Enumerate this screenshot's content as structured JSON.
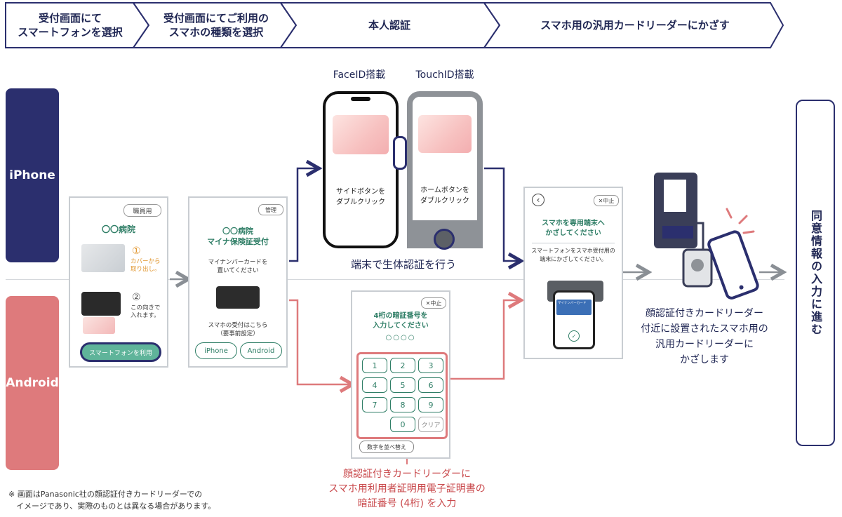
{
  "steps": [
    {
      "label": "受付画面にて\nスマートフォンを選択"
    },
    {
      "label": "受付画面にてご利用の\nスマホの種類を選択"
    },
    {
      "label": "本人認証"
    },
    {
      "label": "スマホ用の汎用カードリーダーにかざす"
    }
  ],
  "lanes": {
    "iphone": "iPhone",
    "android": "Android"
  },
  "screen1": {
    "staff_button": "職員用",
    "hospital": "〇〇病院",
    "step1_num": "①",
    "step1_text": "カバーから\n取り出し。",
    "step2_num": "②",
    "step2_text": "この向きで\n入れます。",
    "use_smartphone_button": "スマートフォンを利用"
  },
  "screen2": {
    "admin_button": "管理",
    "title": "〇〇病院\nマイナ保険証受付",
    "instruction": "マイナンバーカードを\n置いてください",
    "note": "スマホの受付はこちら\n（要事前設定）",
    "iphone_button": "iPhone",
    "android_button": "Android"
  },
  "faceid": {
    "label": "FaceID搭載",
    "instruction": "サイドボタンを\nダブルクリック"
  },
  "touchid": {
    "label": "TouchID搭載",
    "instruction": "ホームボタンを\nダブルクリック"
  },
  "biometric_caption": "端末で生体認証を行う",
  "pin_screen": {
    "cancel_button": "✕中止",
    "title": "4桁の暗証番号を\n入力してください",
    "dots": "○○○○",
    "keys": [
      "1",
      "2",
      "3",
      "4",
      "5",
      "6",
      "7",
      "8",
      "9",
      "0",
      "クリア"
    ],
    "shuffle_button": "数字を並べ替え"
  },
  "pin_caption": "顔認証付きカードリーダーに\nスマホ用利用者証明用電子証明書の\n暗証番号 (4桁) を入力",
  "hold_screen": {
    "back_button": "‹",
    "cancel_button": "✕中止",
    "title": "スマホを専用端末へ\nかざしてください",
    "instruction": "スマートフォンをスマホ受付用の\n端末にかざしてください。",
    "phone_card_label": "マイナンバーカード",
    "check_mark": "✓"
  },
  "reader_caption": "顔認証付きカードリーダー\n付近に設置されたスマホ用の\n汎用カードリーダーに\nかざします",
  "final_step": "同意情報の入力に進む",
  "footnote": "※ 画面はPanasonic社の顔認証付きカードリーダーでの\n　イメージであり、実際のものとは異なる場合があります。",
  "colors": {
    "navy": "#2b2f6e",
    "coral": "#de7a7c",
    "green": "#2f7e66",
    "gray_arrow": "#8a8f95"
  }
}
